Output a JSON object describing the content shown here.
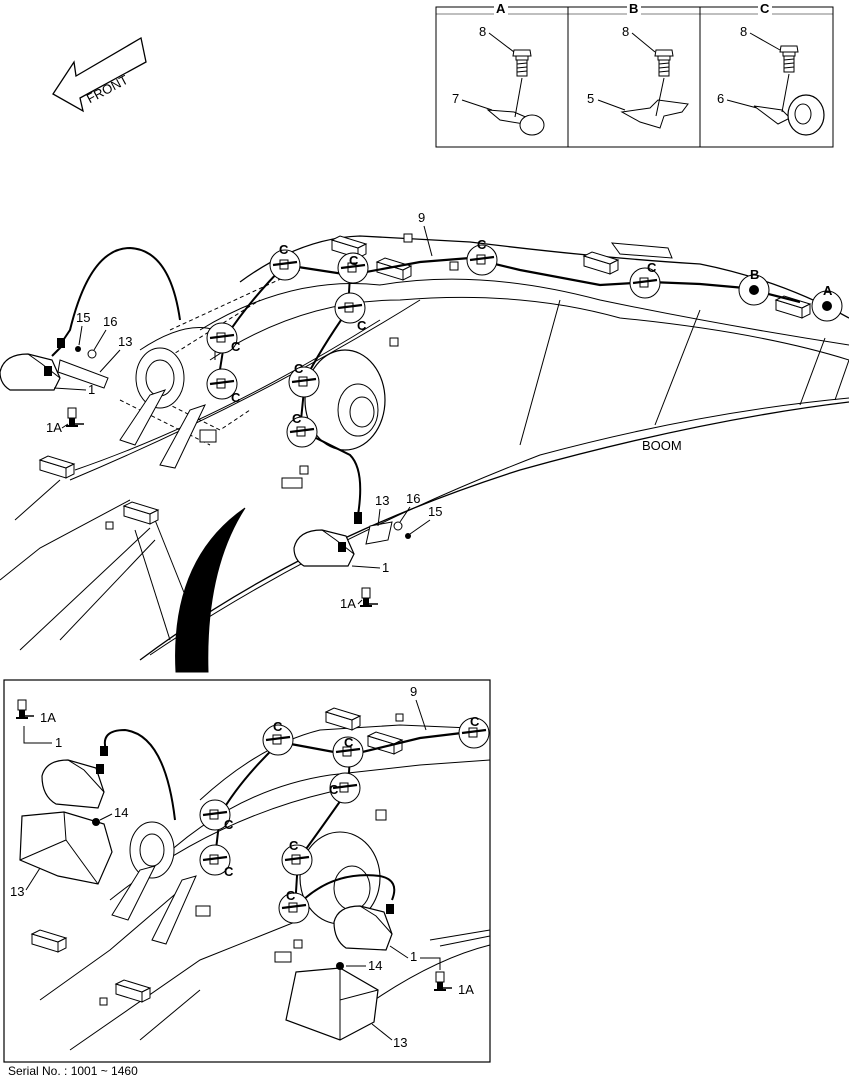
{
  "front_label": "FRONT",
  "detail_panels": [
    {
      "letter": "A",
      "bolt": "8",
      "part": "7"
    },
    {
      "letter": "B",
      "bolt": "8",
      "part": "5"
    },
    {
      "letter": "C",
      "bolt": "8",
      "part": "6"
    }
  ],
  "boom_label": "BOOM",
  "callouts": {
    "wire": "9",
    "lamp": "1",
    "bulb": "1A",
    "bracket": "13",
    "screw": "15",
    "washer": "16",
    "nut": "14",
    "clamp_a": "A",
    "clamp_b": "B",
    "clamp_c": "C"
  },
  "serial": "Serial No. : 1001 ~ 1460"
}
